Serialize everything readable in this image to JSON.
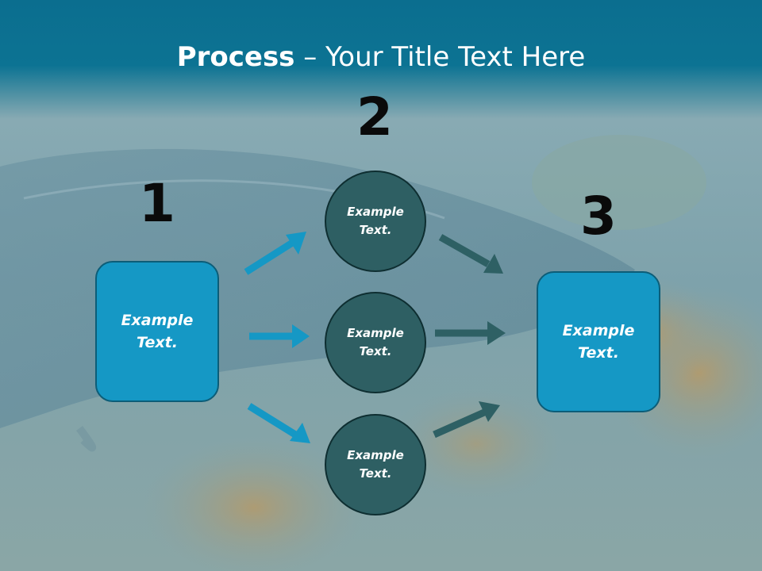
{
  "slide": {
    "title_bold": "Process",
    "title_rest": " – Your Title Text Here"
  },
  "numbers": {
    "n1": "1",
    "n2": "2",
    "n3": "3"
  },
  "nodes": {
    "left_box": "Example\nText.",
    "circle_top": "Example\nText.",
    "circle_middle": "Example\nText.",
    "circle_bottom": "Example\nText.",
    "right_box": "Example\nText."
  },
  "colors": {
    "title_bar": "#0b6e8f",
    "box_fill": "#1598c5",
    "circle_fill": "#2e5f63",
    "arrow_in": "#1598c5",
    "arrow_out": "#2e6064"
  }
}
